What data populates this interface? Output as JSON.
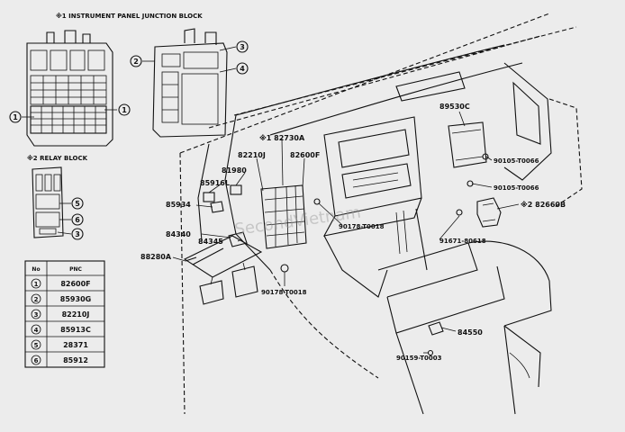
{
  "headings": {
    "junction_block": "※1 INSTRUMENT PANEL JUNCTION BLOCK",
    "relay_block": "※2 RELAY BLOCK"
  },
  "callout_numbers": [
    "1",
    "2",
    "3",
    "4",
    "5",
    "6"
  ],
  "watermark": "SecondVietnam",
  "parts": {
    "p89530c": "89530C",
    "p90105_t0066_a": "90105-T0066",
    "p90105_t0066_b": "90105-T0066",
    "p82660b": "※2 82660B",
    "p82730a": "※1 82730A",
    "p82210j": "82210J",
    "p82600f": "82600F",
    "p81980": "81980",
    "p85916l": "85916L",
    "p85934": "85934",
    "p84340": "84340",
    "p84345": "84345",
    "p88280a": "88280A",
    "p90178_t0018_a": "90178-T0018",
    "p90178_t0018_b": "90178-T0018",
    "p91671_80618": "91671-80618",
    "p84550": "84550",
    "p90159_t0003": "90159-T0003"
  },
  "table": {
    "headers": [
      "No",
      "PNC"
    ],
    "rows": [
      {
        "no": "1",
        "pnc": "82600F"
      },
      {
        "no": "2",
        "pnc": "85930G"
      },
      {
        "no": "3",
        "pnc": "82210J"
      },
      {
        "no": "4",
        "pnc": "85913C"
      },
      {
        "no": "5",
        "pnc": "28371"
      },
      {
        "no": "6",
        "pnc": "85912"
      }
    ]
  }
}
